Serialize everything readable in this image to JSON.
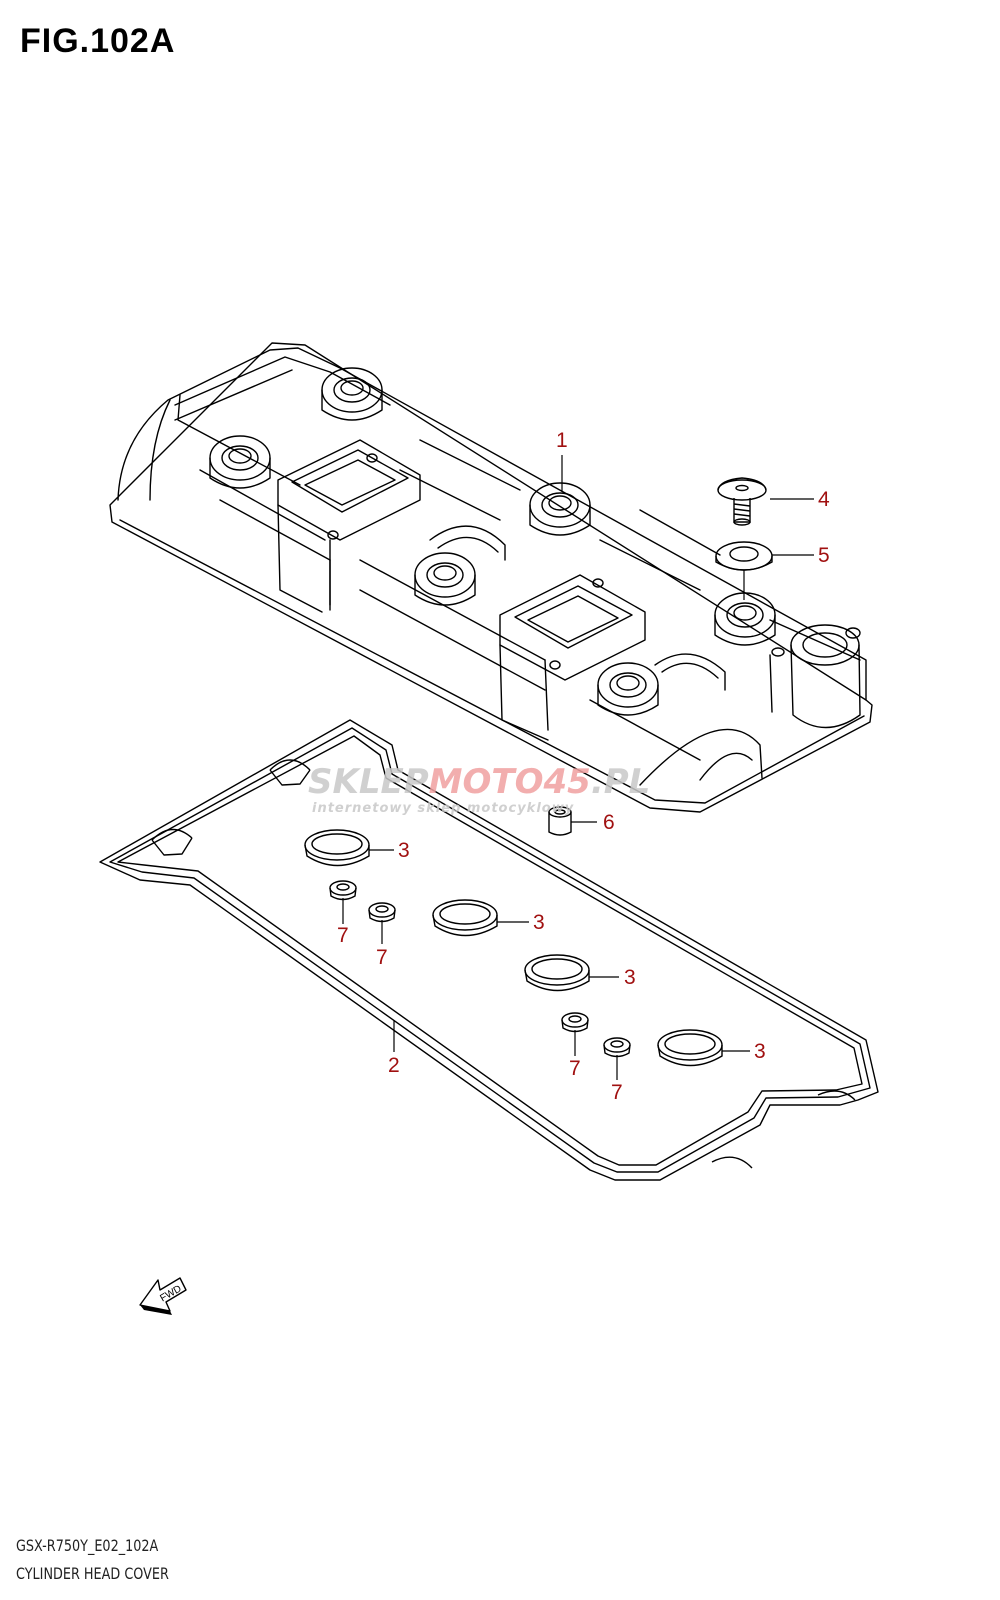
{
  "figure": {
    "title": "FIG.102A"
  },
  "callouts": {
    "c1": "1",
    "c2": "2",
    "c3a": "3",
    "c3b": "3",
    "c3c": "3",
    "c3d": "3",
    "c4": "4",
    "c5": "5",
    "c6": "6",
    "c7a": "7",
    "c7b": "7",
    "c7c": "7",
    "c7d": "7"
  },
  "fwd_label": "FWD",
  "watermark": {
    "brand_part1": "SKLEP",
    "brand_part2": "MOTO",
    "brand_part3": "4",
    "brand_part4": "5",
    "brand_part5": ".PL",
    "tagline": "internetowy sklep motocyklowy"
  },
  "footer": {
    "model_code": "GSX-R750Y_E02_102A",
    "caption": "CYLINDER HEAD COVER"
  },
  "colors": {
    "callout": "#a01010",
    "line": "#000000",
    "watermark": "#c8c8c8",
    "watermark_accent": "#f0a0a0"
  }
}
